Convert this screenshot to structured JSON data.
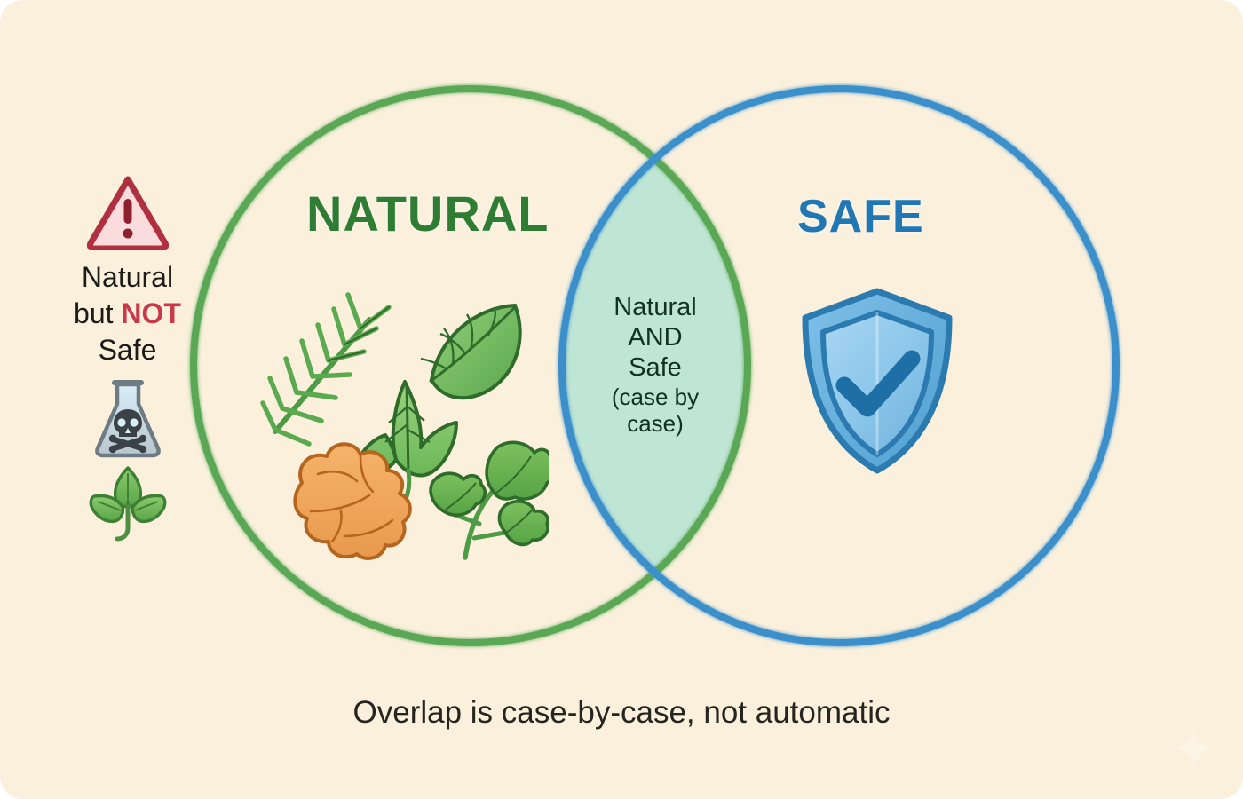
{
  "diagram": {
    "type": "venn",
    "background_color": "#faf0dc",
    "caption": "Overlap is case-by-case, not automatic",
    "left_circle": {
      "label": "NATURAL",
      "color": "#5aa855",
      "label_color": "#2f7d32",
      "contents_icons": [
        "rosemary-sprig",
        "basil-leaf",
        "mint-leaf",
        "ginger-root",
        "cilantro-sprig"
      ]
    },
    "right_circle": {
      "label": "SAFE",
      "color": "#3a8fcb",
      "label_color": "#2077b4",
      "contents_icons": [
        "shield-check"
      ]
    },
    "overlap": {
      "fill_color": "#bfe5d4",
      "line1": "Natural",
      "line2": "AND",
      "line3": "Safe",
      "line4": "(case by",
      "line5": "case)"
    }
  },
  "annotation": {
    "warning_icon": "warning-triangle-icon",
    "line1": "Natural",
    "line2_prefix": "but ",
    "line2_emphasis": "NOT",
    "line3": "Safe",
    "emphasis_color": "#c9394a",
    "icons": [
      "poison-flask-icon",
      "herb-sprig-icon"
    ]
  },
  "chart_data": {
    "type": "venn",
    "title": "",
    "sets": [
      {
        "name": "NATURAL",
        "color": "#5aa855",
        "items": [
          "rosemary",
          "basil",
          "mint",
          "ginger",
          "cilantro"
        ]
      },
      {
        "name": "SAFE",
        "color": "#3a8fcb",
        "items": [
          "shield-check"
        ]
      }
    ],
    "intersection": {
      "label": "Natural AND Safe (case by case)",
      "fill": "#bfe5d4"
    },
    "exterior_annotation": "Natural but NOT Safe",
    "caption": "Overlap is case-by-case, not automatic"
  }
}
